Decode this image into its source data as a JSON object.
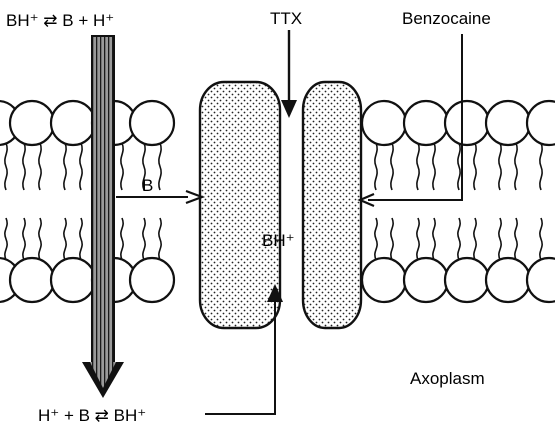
{
  "labels": {
    "top_left": "BH⁺ ⇄ B + H⁺",
    "ttx": "TTX",
    "benzocaine": "Benzocaine",
    "b_in_membrane": "B",
    "bh_in_channel": "BH⁺",
    "axoplasm": "Axoplasm",
    "bottom_left": "H⁺ + B ⇄ BH⁺"
  },
  "colors": {
    "ink": "#111111",
    "paper": "#ffffff",
    "stipple": "#222222"
  }
}
